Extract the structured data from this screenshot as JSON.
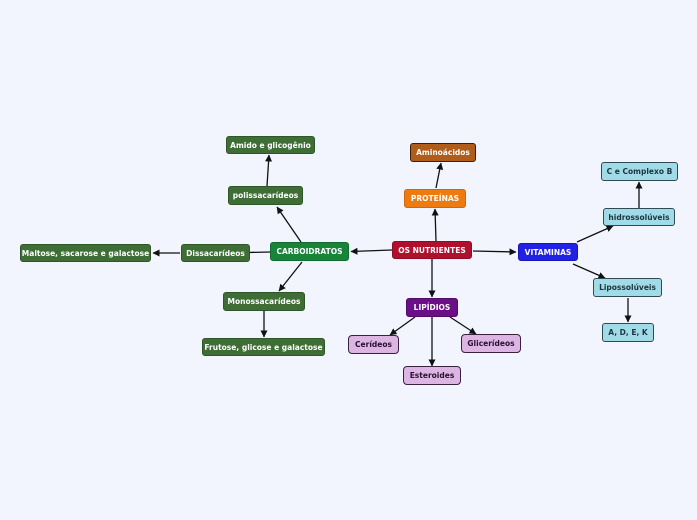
{
  "center": "OS NUTRIENTES",
  "carboidratos": {
    "label": "CARBOIDRATOS",
    "polissacarideos": "polissacarídeos",
    "amido": "Amido e glicogênio",
    "dissacarideos": "Dissacarídeos",
    "maltose": "Maltose, sacarose e galactose",
    "monossacarideos": "Monossacarídeos",
    "frutose": "Frutose, glicose e galactose"
  },
  "proteinas": {
    "label": "PROTEÍNAS",
    "aminoacidos": "Aminoácidos"
  },
  "lipidios": {
    "label": "LIPÍDIOS",
    "cerideos": "Cerídeos",
    "esteroides": "Esteroides",
    "glicerideos": "Glicerídeos"
  },
  "vitaminas": {
    "label": "VITAMINAS",
    "hidrossoluveis": "hidrossolúveis",
    "complexo_b": "C e Complexo B",
    "lipossoluveis": "Lipossolúveis",
    "adek": "A, D, E, K"
  },
  "colors": {
    "background": "#f3f5fe",
    "carboidratos": "#18843a",
    "carb_children": "#3e6d35",
    "center": "#b0102e",
    "proteinas": "#ee7b10",
    "aminoacidos": "#b05d1c",
    "lipidios": "#6a0f87",
    "lipid_children": "#dcb5e3",
    "vitaminas": "#2222e6",
    "vit_children": "#a2dbe8"
  }
}
